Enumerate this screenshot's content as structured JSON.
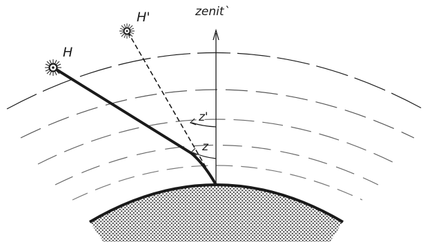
{
  "labels": {
    "star_true": "H",
    "star_apparent": "H'",
    "zenith": "zenit`",
    "angle_true": "z",
    "angle_apparent": "z'"
  },
  "colors": {
    "ink": "#1a1a1a",
    "paper": "#ffffff",
    "earth_dots": "#555555"
  },
  "icons": {
    "star_true": "star-icon",
    "star_apparent": "star-icon"
  }
}
